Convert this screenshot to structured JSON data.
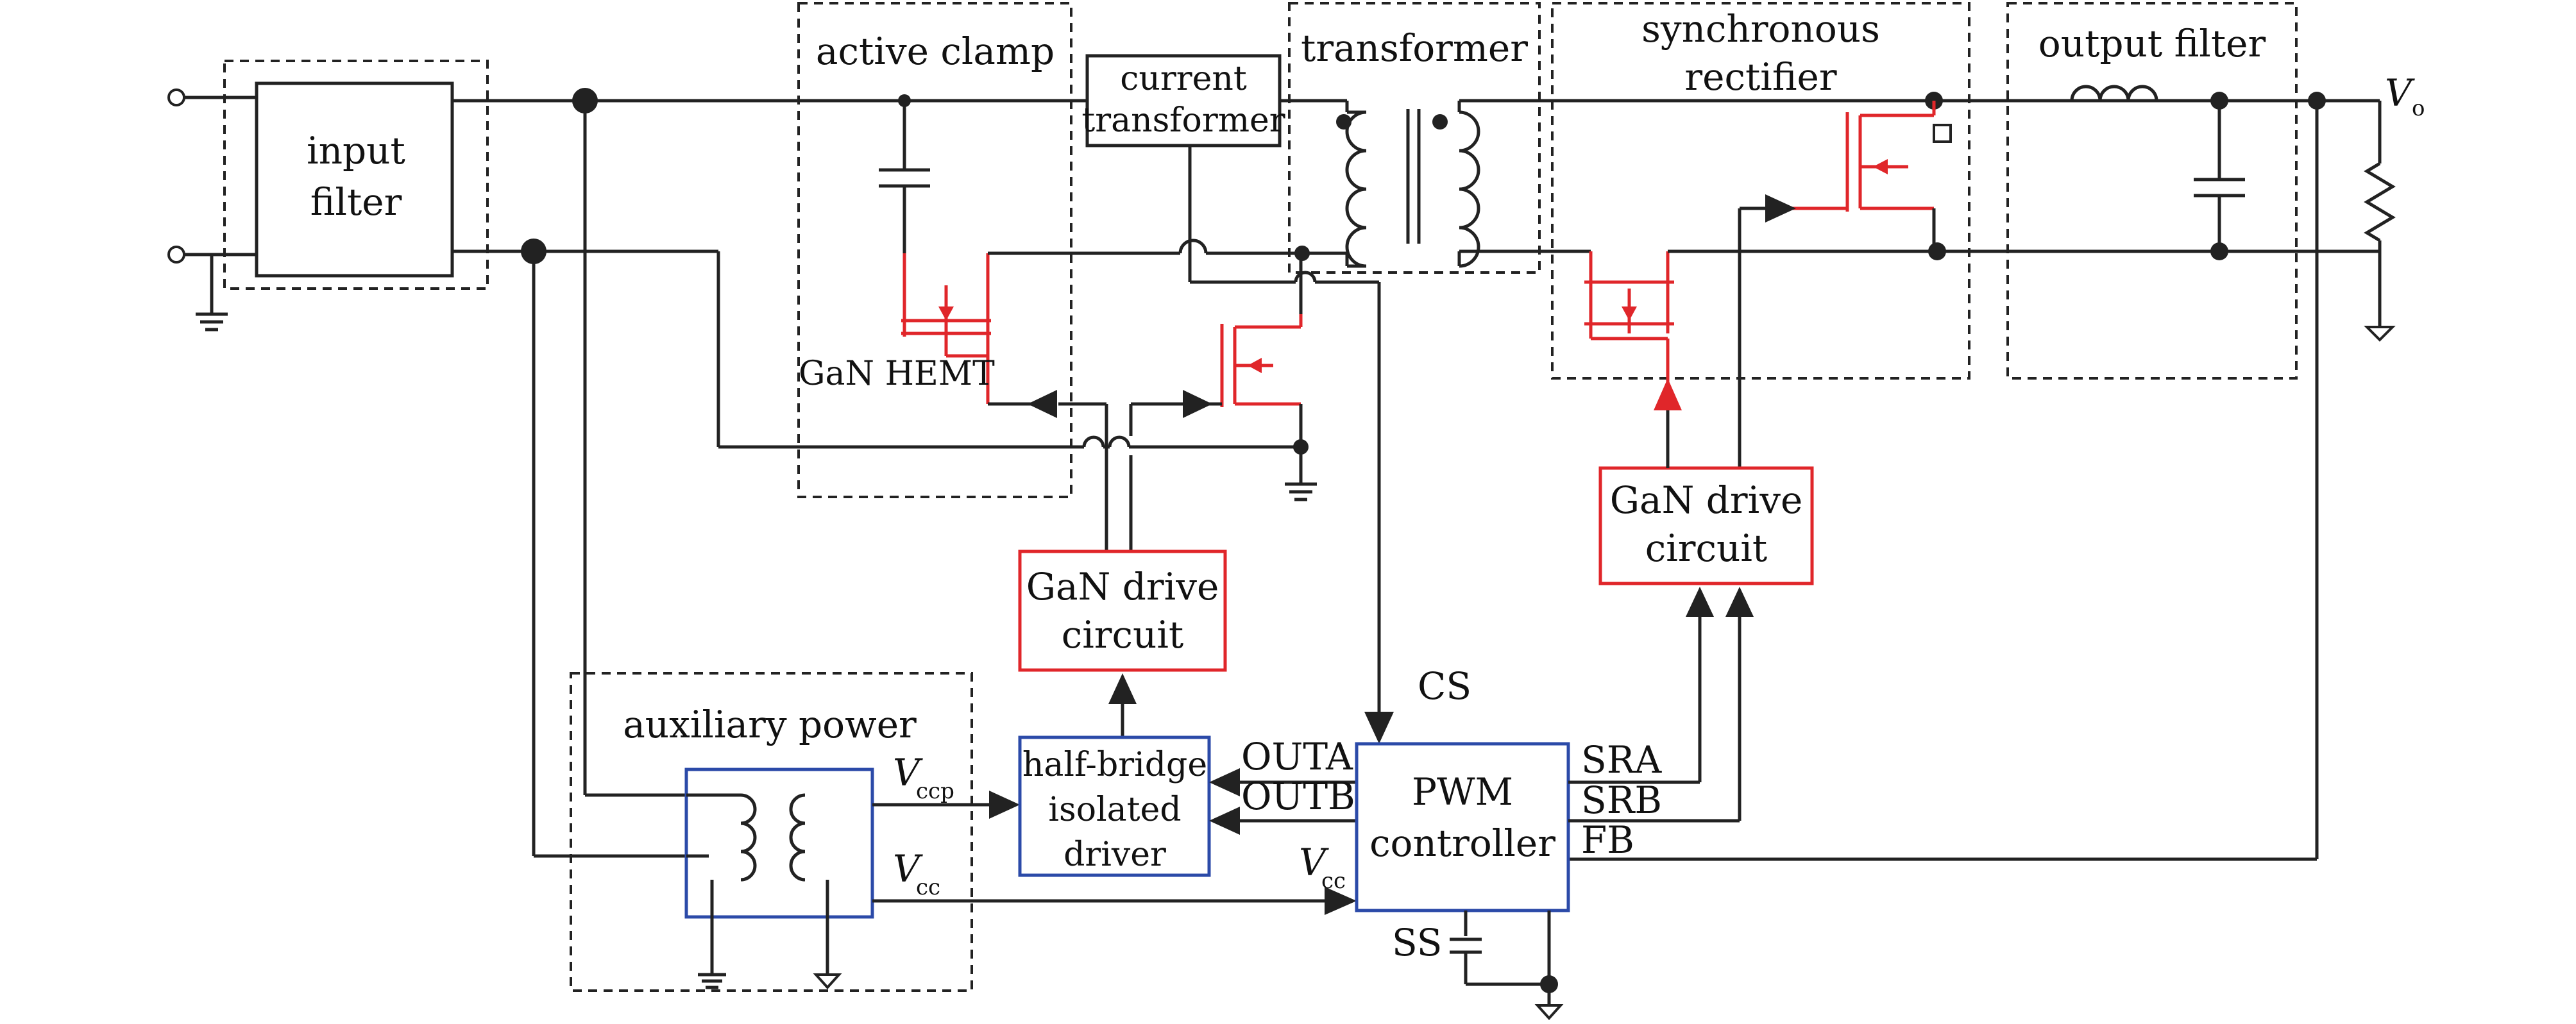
{
  "blocks": {
    "input_filter": [
      "input",
      "filter"
    ],
    "active_clamp": "active clamp",
    "current_transformer": [
      "current",
      "transformer"
    ],
    "transformer": "transformer",
    "synchronous_rectifier": [
      "synchronous",
      "rectifier"
    ],
    "output_filter": "output filter",
    "gan_hemt": "GaN HEMT",
    "gan_drive_left": [
      "GaN drive",
      "circuit"
    ],
    "gan_drive_right": [
      "GaN drive",
      "circuit"
    ],
    "auxiliary_power": "auxiliary power",
    "half_bridge_driver": [
      "half-bridge",
      "isolated",
      "driver"
    ],
    "pwm_controller": [
      "PWM",
      "controller"
    ]
  },
  "signals": {
    "vo_main": "V",
    "vo_sub": "o",
    "vccp_main": "V",
    "vccp_sub": "ccp",
    "vcc_main": "V",
    "vcc_sub": "cc",
    "vcc2_main": "V",
    "vcc2_sub": "cc",
    "cs": "CS",
    "outa": "OUTA",
    "outb": "OUTB",
    "sra": "SRA",
    "srb": "SRB",
    "fb": "FB",
    "ss": "SS"
  },
  "colors": {
    "wire": "#222222",
    "gan_device": "#e0262a",
    "controller_box": "#2b4aa8",
    "driver_box": "#e0262a"
  }
}
